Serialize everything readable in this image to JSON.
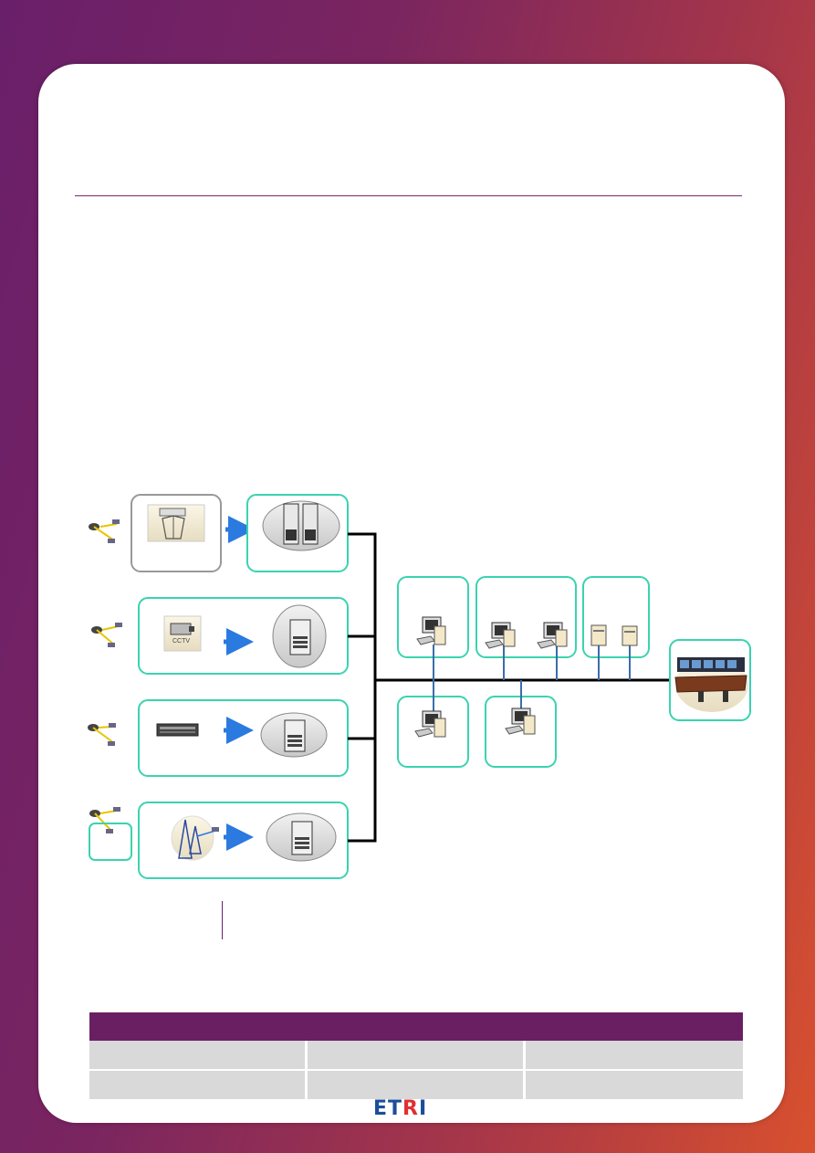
{
  "icons": {
    "satellite": "satellite-dish-icon",
    "radar": "radar-icon",
    "cctv": "cctv-camera-icon",
    "equipment": "rack-equipment-icon",
    "tower": "radio-tower-icon",
    "server": "server-rack-icon",
    "workstation": "workstation-icon",
    "control_room": "control-room-icon"
  },
  "labels": {
    "cctv_badge": "CCTV"
  },
  "logo": {
    "e": "E",
    "t": "T",
    "r": "R",
    "i": "I"
  },
  "colors": {
    "accent_box": "#3ad3b0",
    "arrow": "#2a7ae0",
    "network_line": "#000000",
    "branch_line": "#3a6ea8",
    "table_header": "#6a1f62",
    "table_cell": "#d9d9d9"
  }
}
